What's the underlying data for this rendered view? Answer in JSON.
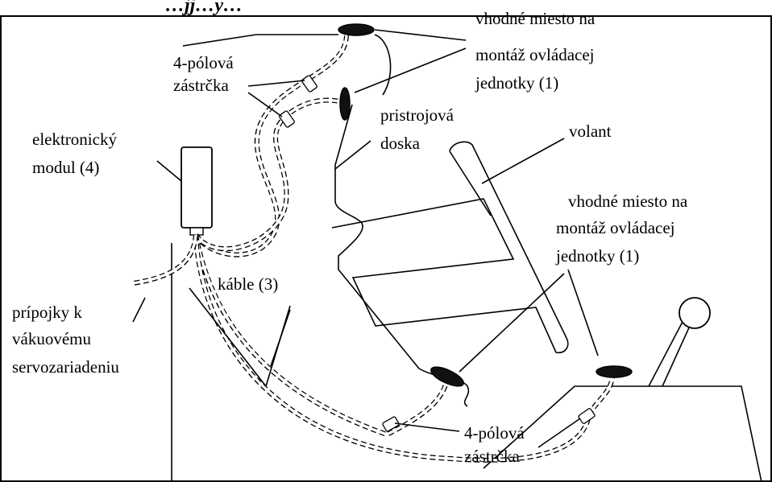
{
  "header_text": "…jj…y…",
  "labels": {
    "mount_top_1": "vhodné miesto na",
    "mount_top_2": "montáž ovládacej",
    "mount_top_3": "jednotky (1)",
    "connector_top_1": "4-pólová",
    "connector_top_2": "zástrčka",
    "dashboard_1": "pristrojová",
    "dashboard_2": "doska",
    "module_1": "elektronický",
    "module_2": "modul (4)",
    "steering": "volant",
    "mount_right_1": "vhodné miesto na",
    "mount_right_2": "montáž ovládacej",
    "mount_right_3": "jednotky (1)",
    "cables": "káble (3)",
    "vacuum_1": "prípojky k",
    "vacuum_2": "vákuovému",
    "vacuum_3": "servozariadeniu",
    "connector_bottom_1": "4-pólová",
    "connector_bottom_2": "zástrčka"
  }
}
